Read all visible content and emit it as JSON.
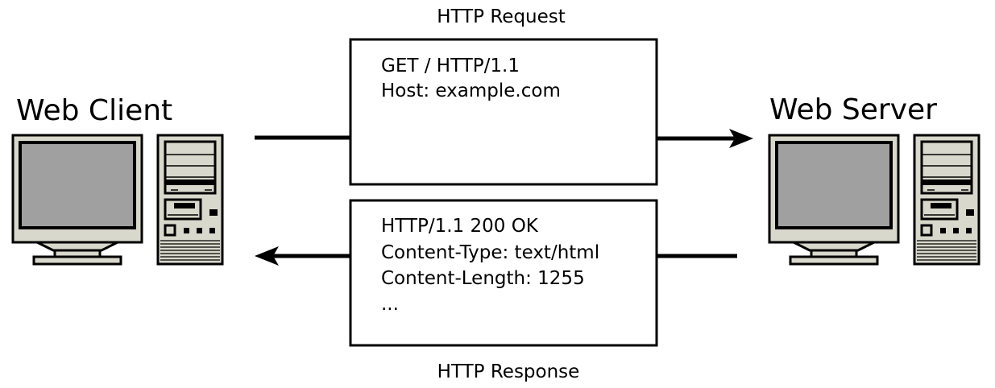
{
  "client": {
    "label": "Web Client"
  },
  "server": {
    "label": "Web Server"
  },
  "request": {
    "caption": "HTTP Request",
    "lines": [
      "GET / HTTP/1.1",
      "Host: example.com"
    ]
  },
  "response": {
    "caption": "HTTP Response",
    "lines": [
      "HTTP/1.1 200 OK",
      "Content-Type: text/html",
      "Content-Length: 1255",
      "..."
    ]
  },
  "colors": {
    "computer_body": "#d8d8cc",
    "screen": "#a0a0a0",
    "stroke": "#000000"
  },
  "icons": {
    "client_computer": "desktop-computer-icon",
    "server_computer": "desktop-computer-icon"
  }
}
